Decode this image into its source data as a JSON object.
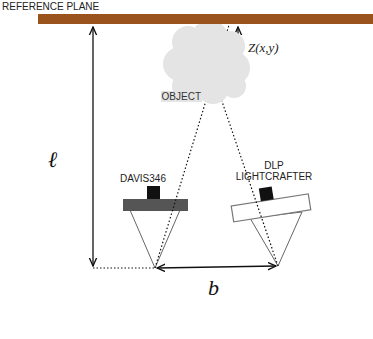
{
  "diagram": {
    "nodes": [
      {
        "text": [
          "OBJECT"
        ]
      }
    ],
    "labels": [
      "REFERENCE PLANE",
      "Z(x,y)",
      "ℓ",
      "DAVIS346",
      "DLP LIGHTCRAFTER",
      "b"
    ]
  }
}
